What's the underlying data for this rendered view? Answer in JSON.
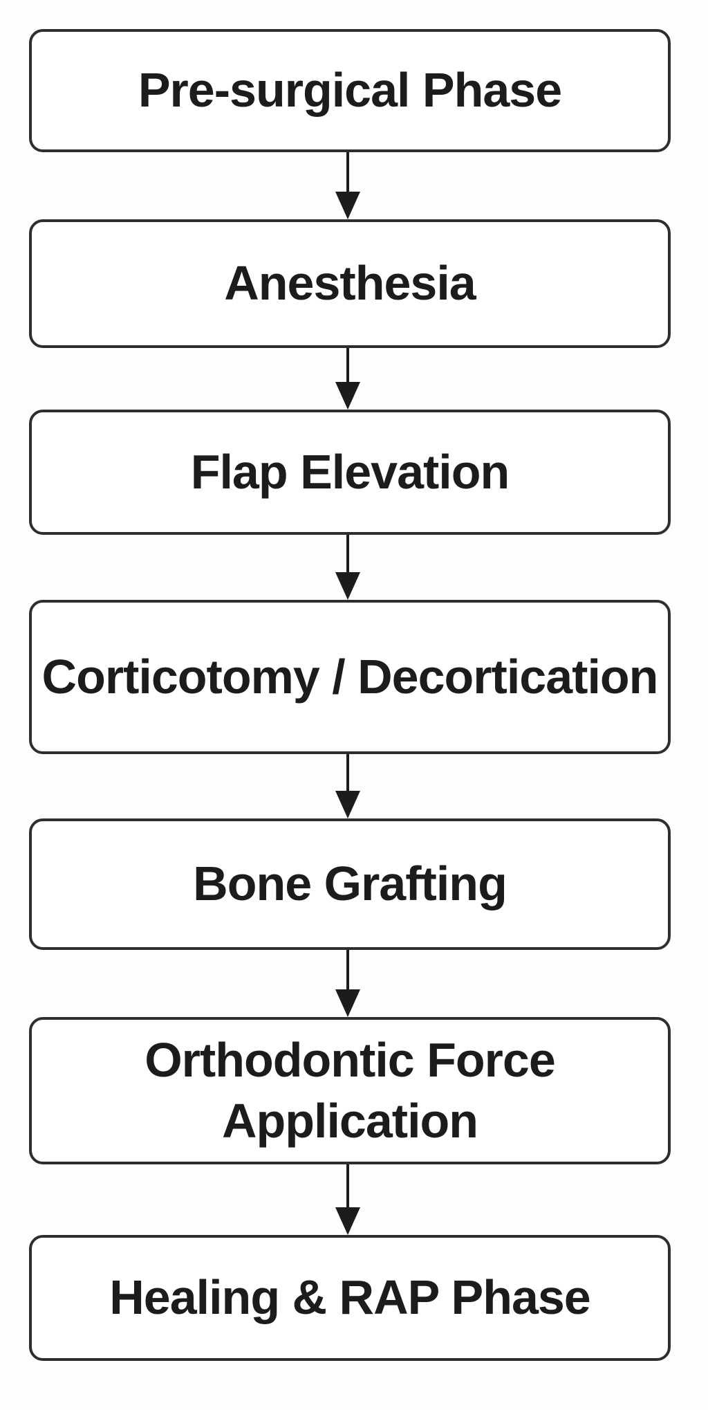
{
  "diagram_type": "flowchart",
  "flow_direction": "top-down",
  "steps": [
    {
      "label": "Pre-surgical Phase"
    },
    {
      "label": "Anesthesia"
    },
    {
      "label": "Flap Elevation"
    },
    {
      "label": "Corticotomy / Decortication"
    },
    {
      "label": "Bone Grafting"
    },
    {
      "label": "Orthodontic Force Application"
    },
    {
      "label": "Healing & RAP Phase"
    }
  ],
  "connectors": {
    "count": 6,
    "style": "straight-vertical-arrow-down"
  },
  "colors": {
    "background": "#fdfdfd",
    "box_fill": "#ffffff",
    "box_border": "#2e2e2e",
    "text": "#1c1c1c",
    "arrow": "#1c1c1c"
  }
}
